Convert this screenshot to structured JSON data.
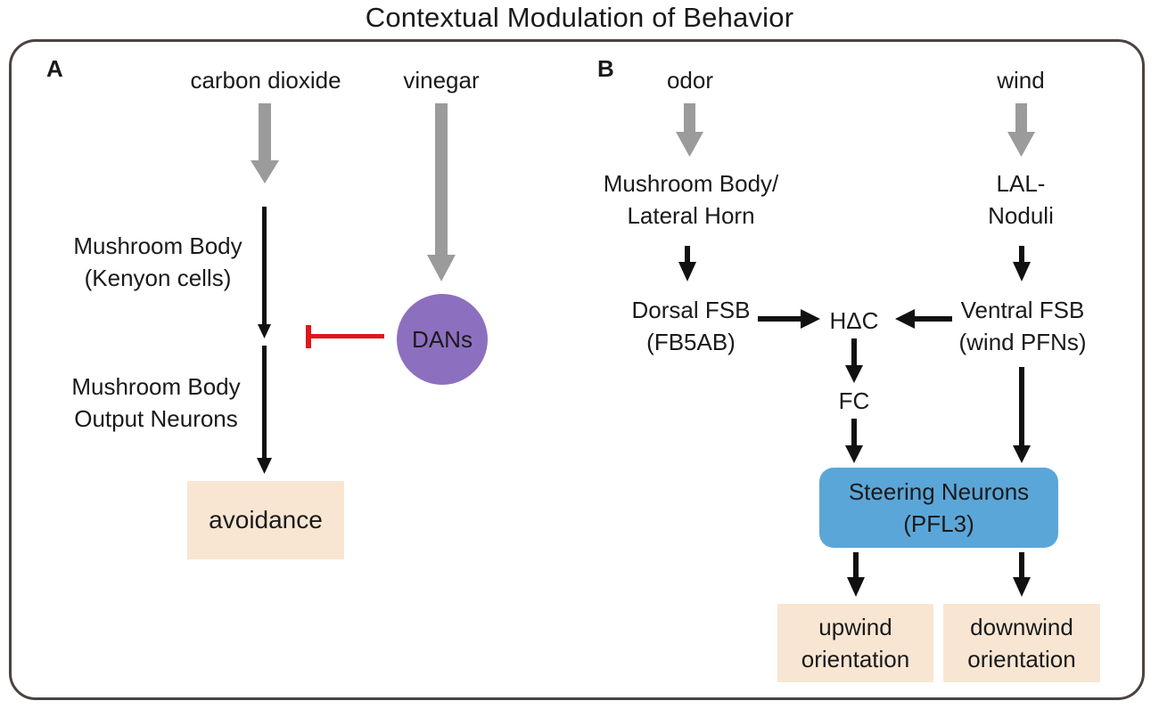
{
  "title": "Contextual Modulation of Behavior",
  "panel_a": {
    "letter": "A",
    "stimulus_1": "carbon dioxide",
    "stimulus_2": "vinegar",
    "node_kenyon": "Mushroom Body\n(Kenyon cells)",
    "node_output": "Mushroom Body\nOutput Neurons",
    "dans": "DANs",
    "outcome": "avoidance"
  },
  "panel_b": {
    "letter": "B",
    "stimulus_1": "odor",
    "stimulus_2": "wind",
    "node_mb_lh": "Mushroom Body/\nLateral Horn",
    "node_lal": "LAL-\nNoduli",
    "node_dorsal": "Dorsal FSB\n(FB5AB)",
    "node_hdc": "HΔC",
    "node_ventral": "Ventral FSB\n(wind PFNs)",
    "node_fc": "FC",
    "steering": "Steering Neurons\n(PFL3)",
    "outcome_1": "upwind\norientation",
    "outcome_2": "downwind\norientation"
  },
  "colors": {
    "stimulus_arrow": "#9b9b9b",
    "circuit_arrow": "#111111",
    "inhibition": "#e0171b",
    "dans_fill": "#8d6fbf",
    "steering_fill": "#5ba6d8",
    "outcome_fill": "#f8e6d3"
  }
}
